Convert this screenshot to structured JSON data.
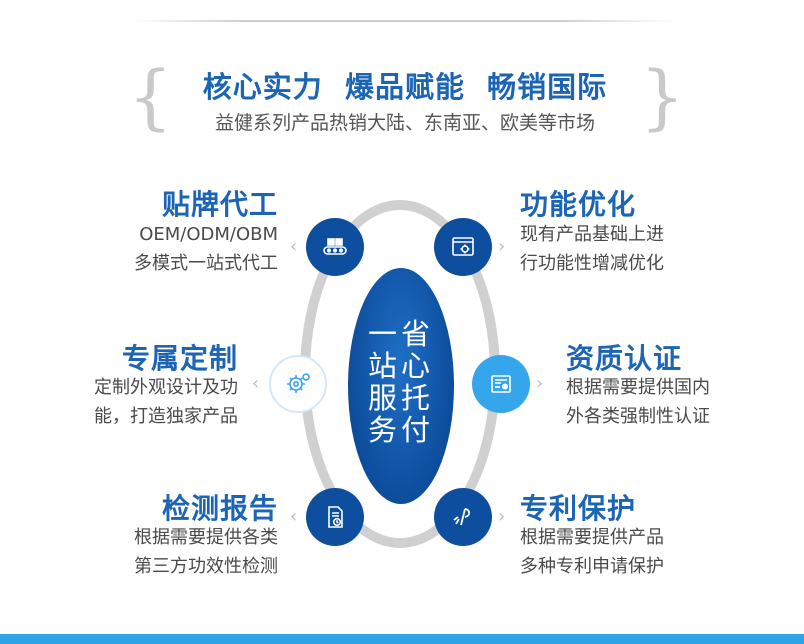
{
  "header": {
    "headline": "核心实力  爆品赋能  畅销国际",
    "subline": "益健系列产品热销大陆、东南亚、欧美等市场",
    "brace_left": "{",
    "brace_right": "}"
  },
  "center": {
    "lines": [
      "一省",
      "站心",
      "服托",
      "务付"
    ]
  },
  "features": {
    "oem": {
      "title": "贴牌代工",
      "line1": "OEM/ODM/OBM",
      "line2": "多模式一站式代工",
      "icon": "conveyor-icon"
    },
    "custom": {
      "title": "专属定制",
      "line1": "定制外观设计及功",
      "line2": "能，打造独家产品",
      "icon": "gears-icon"
    },
    "report": {
      "title": "检测报告",
      "line1": "根据需要提供各类",
      "line2": "第三方功效性检测",
      "icon": "report-icon"
    },
    "optimize": {
      "title": "功能优化",
      "line1": "现有产品基础上进",
      "line2": "行功能性增减优化",
      "icon": "settings-window-icon"
    },
    "cert": {
      "title": "资质认证",
      "line1": "根据需要提供国内",
      "line2": "外各类强制性认证",
      "icon": "certificate-icon"
    },
    "patent": {
      "title": "专利保护",
      "line1": "根据需要提供产品",
      "line2": "多种专利申请保护",
      "icon": "patent-icon"
    }
  },
  "colors": {
    "brand_blue": "#1c64b4",
    "dark_blue": "#0d4e9e",
    "light_blue": "#35a6ec",
    "bar_blue": "#2ea3e6"
  }
}
